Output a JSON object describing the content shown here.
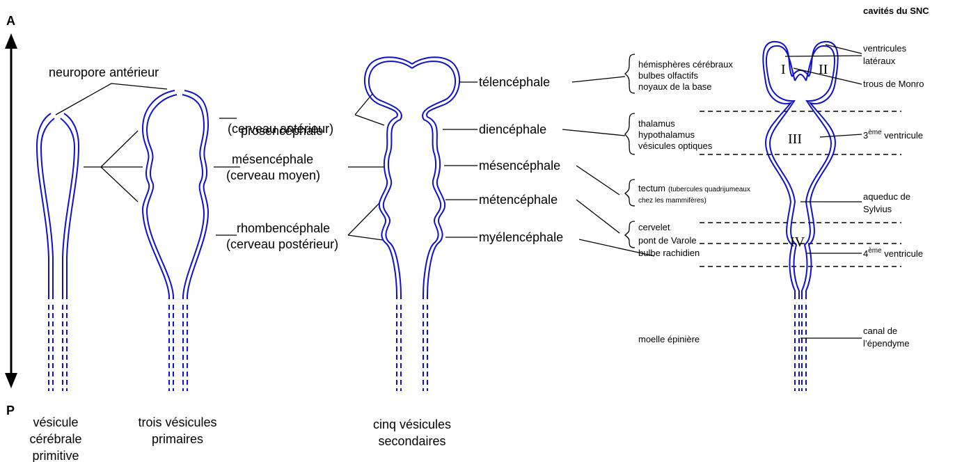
{
  "axis": {
    "top": "A",
    "bottom": "P"
  },
  "header": {
    "title": "cavités du SNC"
  },
  "stages": {
    "primitive": [
      "vésicule",
      "cérébrale",
      "primitive"
    ],
    "primary": [
      "trois vésicules",
      "primaires"
    ],
    "secondary": [
      "cinq vésicules",
      "secondaires"
    ]
  },
  "labels": {
    "neuropore": "neuropore antérieur",
    "prosencephale": "prosencéphale",
    "prosencephale_sub": "(cerveau antérieur)",
    "mesencephale": "mésencéphale",
    "mesencephale_sub": "(cerveau moyen)",
    "rhombencephale": "rhombencéphale",
    "rhombencephale_sub": "(cerveau postérieur)",
    "telencephale": "télencéphale",
    "diencephale": "diencéphale",
    "mesencephale2": "mésencéphale",
    "metencephale": "métencéphale",
    "myelencephale": "myélencéphale"
  },
  "derivatives": {
    "tel": [
      "hémisphères cérébraux",
      "bulbes olfactifs",
      "noyaux de la base"
    ],
    "di": [
      "thalamus",
      "hypothalamus",
      "vésicules optiques"
    ],
    "mes_main": "tectum",
    "mes_note": "(tubercules quadrijumeaux",
    "mes_note2": "chez les mammifères)",
    "met": [
      "cervelet",
      "pont de Varole"
    ],
    "myel": "bulbe rachidien",
    "moelle": "moelle épinière"
  },
  "cavities": {
    "ventricles_lat": [
      "ventricules",
      "latéraux"
    ],
    "monro": "trous de Monro",
    "v3_sup": "ème",
    "v3_pre": "3",
    "v3_post": " ventricule",
    "aqueduc": [
      "aqueduc de",
      "Sylvius"
    ],
    "v4_pre": "4",
    "v4_sup": "ème",
    "v4_post": " ventricule",
    "canal": [
      "canal de",
      "l’épendyme"
    ]
  },
  "roman": {
    "I": "I",
    "II": "II",
    "III": "III",
    "IV": "IV"
  },
  "colors": {
    "tube": "#1010cc",
    "lines": "#000000"
  }
}
